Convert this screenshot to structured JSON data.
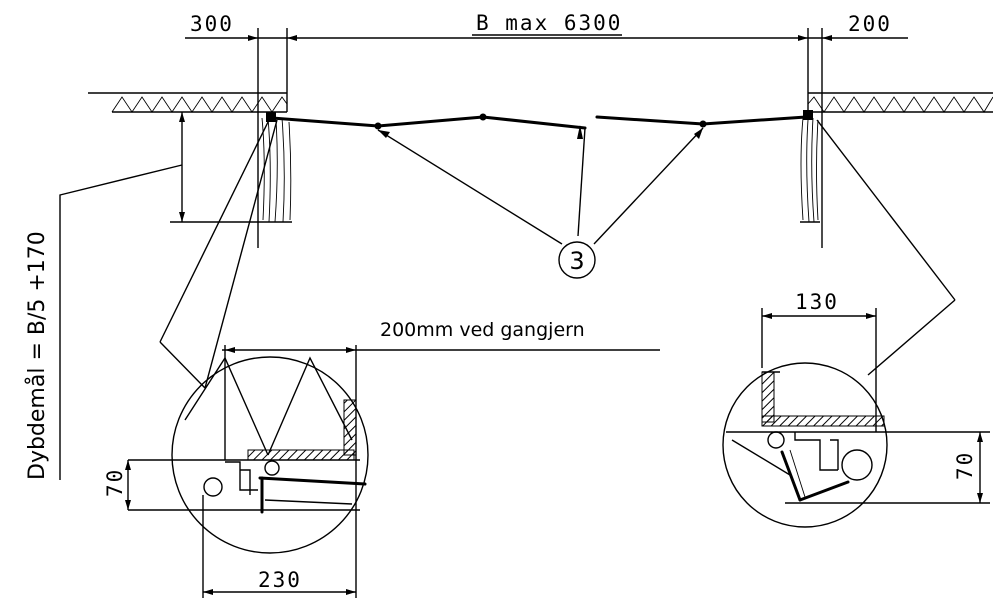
{
  "dimensions": {
    "left_width": "300",
    "opening_width": "B max 6300",
    "right_width": "200",
    "hinge_note": "200mm ved gangjern",
    "right_detail_width": "130",
    "left_detail_height": "70",
    "right_detail_height": "70",
    "left_detail_width": "230"
  },
  "depth_formula": "Dybdemål = B/5 +170",
  "callout_number": "3"
}
